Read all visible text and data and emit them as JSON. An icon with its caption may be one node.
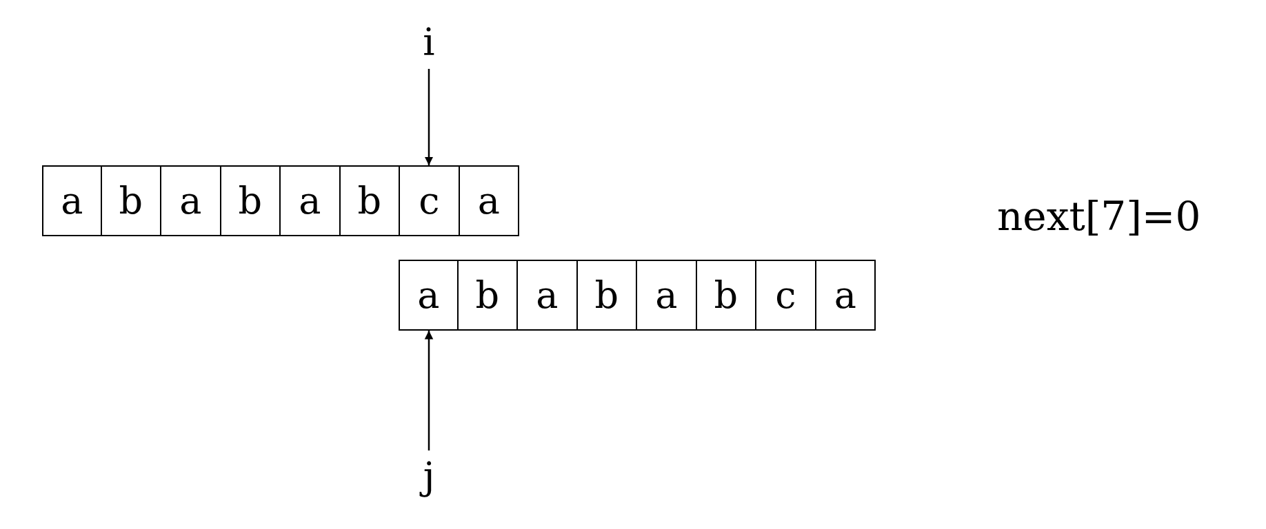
{
  "diagram": {
    "nodes": [
      {
        "text": [
          "i"
        ]
      },
      {
        "text": [
          "a"
        ]
      },
      {
        "text": [
          "b"
        ]
      },
      {
        "text": [
          "a"
        ]
      },
      {
        "text": [
          "b"
        ]
      },
      {
        "text": [
          "a"
        ]
      },
      {
        "text": [
          "b"
        ]
      },
      {
        "text": [
          "c"
        ]
      },
      {
        "text": [
          "a"
        ]
      },
      {
        "text": [
          "a"
        ]
      },
      {
        "text": [
          "b"
        ]
      },
      {
        "text": [
          "a"
        ]
      },
      {
        "text": [
          "b"
        ]
      },
      {
        "text": [
          "a"
        ]
      },
      {
        "text": [
          "b"
        ]
      },
      {
        "text": [
          "c"
        ]
      },
      {
        "text": [
          "a"
        ]
      },
      {
        "text": [
          "j"
        ]
      }
    ],
    "edges": [
      {
        "from": 0,
        "to": 7,
        "arrow": "to"
      },
      {
        "from": 17,
        "to": 9,
        "arrow": "to"
      }
    ],
    "labels": [
      "next[7]=0"
    ]
  }
}
